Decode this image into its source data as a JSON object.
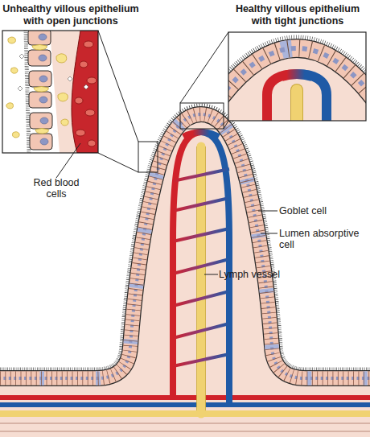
{
  "diagram": {
    "nodes": [
      {
        "text": [
          "Unhealthy villous epithelium with open junctions"
        ]
      },
      {
        "text": [
          "Healthy villous epithelium with tight junctions"
        ]
      }
    ],
    "labels": [
      "Red blood cells",
      "Goblet cell",
      "Lumen absorptive cell",
      "Lymph vessel"
    ]
  }
}
